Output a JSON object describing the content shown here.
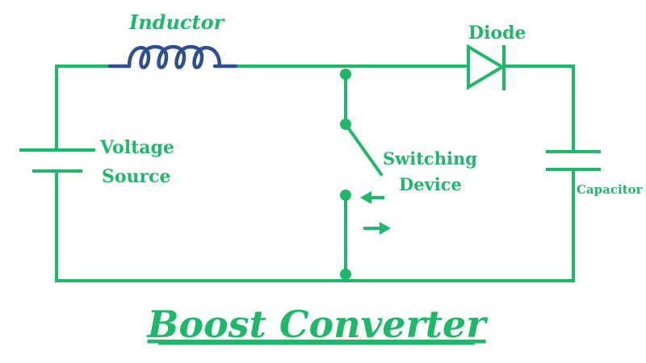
{
  "labels": {
    "inductor": "Inductor",
    "diode": "Diode",
    "voltage_line1": "Voltage",
    "voltage_line2": "Source",
    "switch_line1": "Switching",
    "switch_line2": "Device",
    "capacitor": "Capacitor"
  },
  "title": "Boost Converter",
  "colors": {
    "wire": "#1fb86a",
    "inductor_coil": "#2f4f8f",
    "background": "#ffffff"
  },
  "icons": {
    "switch_arrow_left": "arrow-left-icon",
    "switch_arrow_right": "arrow-right-icon"
  }
}
